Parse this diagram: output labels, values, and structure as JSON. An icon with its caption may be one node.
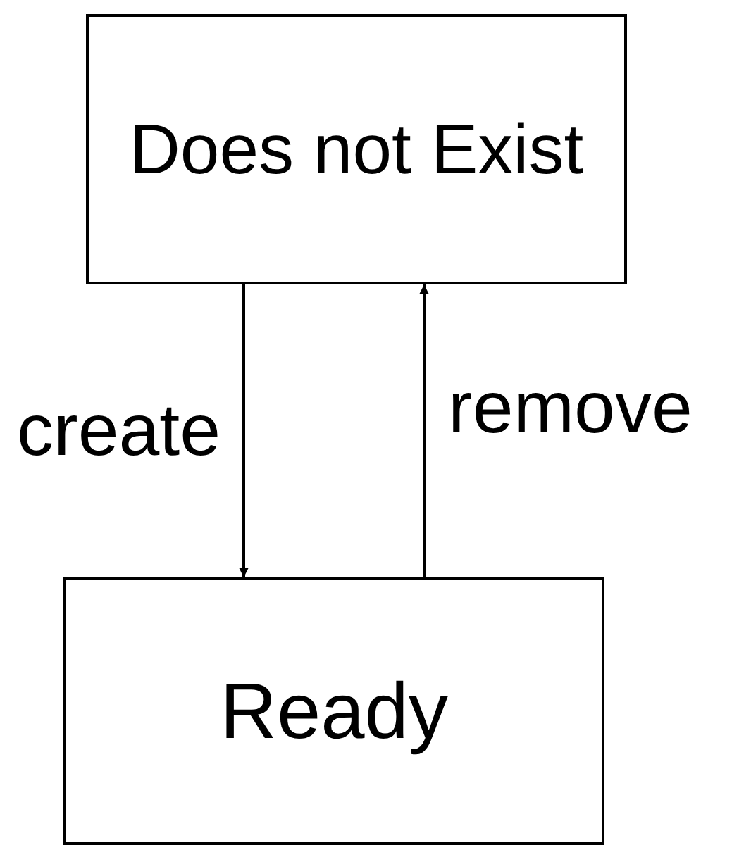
{
  "diagram": {
    "nodes": [
      {
        "text": [
          "Does not Exist"
        ]
      },
      {
        "text": [
          "Ready"
        ]
      }
    ],
    "edges": [
      {
        "from": 0,
        "to": 1,
        "arrow": "to",
        "label": "create"
      },
      {
        "from": 1,
        "to": 0,
        "arrow": "to",
        "label": "remove"
      }
    ]
  }
}
